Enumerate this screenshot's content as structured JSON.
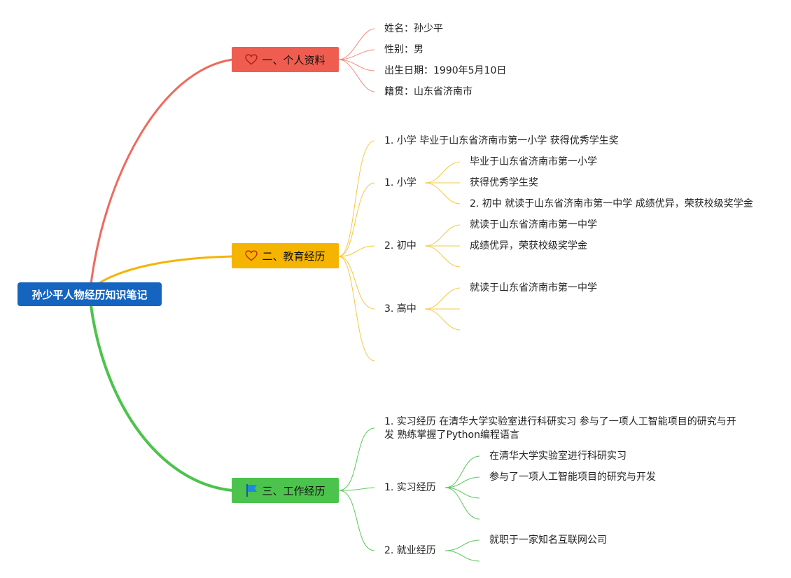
{
  "title": "孙少平人物经历知识笔记",
  "branches": [
    {
      "label": "一、个人资料",
      "icon": "heart-icon",
      "color": "#ee5d50",
      "children": [
        "姓名：孙少平",
        "性别：男",
        "出生日期：1990年5月10日",
        "籍贯：山东省济南市"
      ]
    },
    {
      "label": "二、教育经历",
      "icon": "heart-icon",
      "color": "#f5b400",
      "children": [
        "1. 小学 毕业于山东省济南市第一小学 获得优秀学生奖",
        {
          "label": "1. 小学",
          "children": [
            "毕业于山东省济南市第一小学",
            "获得优秀学生奖",
            "2. 初中 就读于山东省济南市第一中学 成绩优异，荣获校级奖学金"
          ]
        },
        {
          "label": "2. 初中",
          "children": [
            "就读于山东省济南市第一中学",
            "成绩优异，荣获校级奖学金",
            ""
          ]
        },
        {
          "label": "3. 高中",
          "children": [
            "就读于山东省济南市第一中学",
            "",
            ""
          ]
        },
        ""
      ]
    },
    {
      "label": "三、工作经历",
      "icon": "flag-icon",
      "color": "#4cc34c",
      "children": [
        {
          "line1": "1. 实习经历 在清华大学实验室进行科研实习 参与了一项人工智能项目的研究与开",
          "line2": "发 熟练掌握了Python编程语言"
        },
        {
          "label": "1. 实习经历",
          "children": [
            "在清华大学实验室进行科研实习",
            "参与了一项人工智能项目的研究与开发",
            "",
            ""
          ]
        },
        {
          "label": "2. 就业经历",
          "children": [
            "就职于一家知名互联网公司",
            ""
          ]
        }
      ]
    }
  ]
}
